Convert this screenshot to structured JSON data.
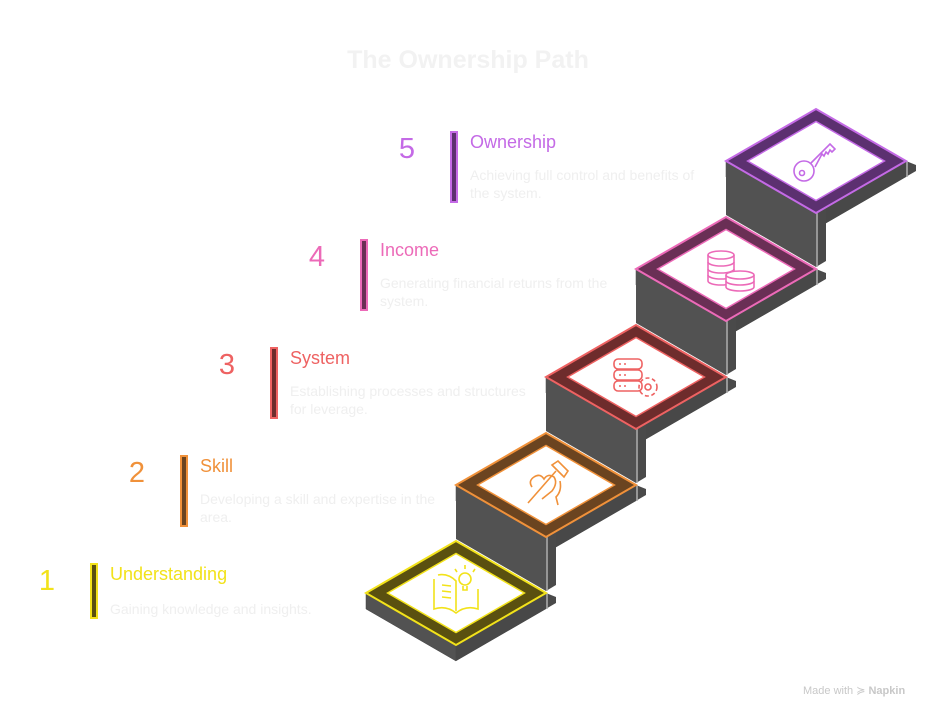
{
  "title": "The Ownership Path",
  "steps": [
    {
      "number": "1",
      "label": "Understanding",
      "description": "Gaining knowledge and insights.",
      "icon": "book-lightbulb-icon",
      "color": "#f2e21a",
      "dark": "#5a5010"
    },
    {
      "number": "2",
      "label": "Skill",
      "description": "Developing a skill and expertise in the area.",
      "icon": "hand-hammer-icon",
      "color": "#f0913a",
      "dark": "#6b4420"
    },
    {
      "number": "3",
      "label": "System",
      "description": "Establishing processes and structures for leverage.",
      "icon": "server-gear-icon",
      "color": "#ee6262",
      "dark": "#6e2c2c"
    },
    {
      "number": "4",
      "label": "Income",
      "description": "Generating financial returns from the system.",
      "icon": "coins-icon",
      "color": "#ec6ab8",
      "dark": "#6a2f55"
    },
    {
      "number": "5",
      "label": "Ownership",
      "description": "Achieving full control and benefits of the system.",
      "icon": "key-icon",
      "color": "#c46ae6",
      "dark": "#5c3070"
    }
  ],
  "footer": {
    "prefix": "Made with",
    "brand": "Napkin"
  }
}
